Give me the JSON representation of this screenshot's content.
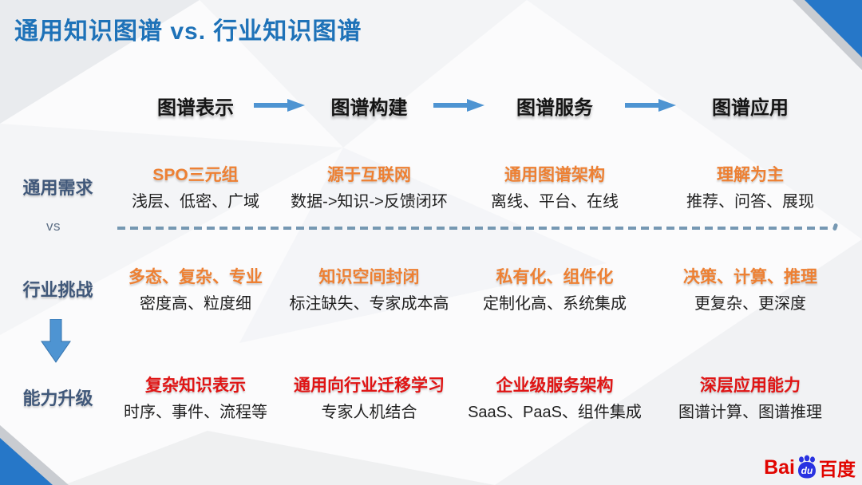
{
  "title": "通用知识图谱 vs. 行业知识图谱",
  "vs_label": "vs",
  "pipeline": {
    "stages": [
      {
        "label": "图谱表示"
      },
      {
        "label": "图谱构建"
      },
      {
        "label": "图谱服务"
      },
      {
        "label": "图谱应用"
      }
    ]
  },
  "rows": [
    {
      "label": "通用需求",
      "cells": [
        {
          "heading": "SPO三元组",
          "detail": "浅层、低密、广域"
        },
        {
          "heading": "源于互联网",
          "detail": "数据->知识->反馈闭环"
        },
        {
          "heading": "通用图谱架构",
          "detail": "离线、平台、在线"
        },
        {
          "heading": "理解为主",
          "detail": "推荐、问答、展现"
        }
      ]
    },
    {
      "label": "行业挑战",
      "cells": [
        {
          "heading": "多态、复杂、专业",
          "detail": "密度高、粒度细"
        },
        {
          "heading": "知识空间封闭",
          "detail": "标注缺失、专家成本高"
        },
        {
          "heading": "私有化、组件化",
          "detail": "定制化高、系统集成"
        },
        {
          "heading": "决策、计算、推理",
          "detail": "更复杂、更深度"
        }
      ]
    },
    {
      "label": "能力升级",
      "cells": [
        {
          "heading": "复杂知识表示",
          "detail": "时序、事件、流程等"
        },
        {
          "heading": "通用向行业迁移学习",
          "detail": "专家人机结合"
        },
        {
          "heading": "企业级服务架构",
          "detail": "SaaS、PaaS、组件集成"
        },
        {
          "heading": "深层应用能力",
          "detail": "图谱计算、图谱推理"
        }
      ]
    }
  ],
  "logo": {
    "latin_primary": "Bai",
    "latin_badge": "du",
    "chinese": "百度"
  },
  "colors": {
    "title_blue": "#1E72B8",
    "arrow_blue": "#4E94D2",
    "row_label_blue": "#40587A",
    "heading_orange": "#ED8033",
    "heading_red": "#E01414",
    "dashed_blue": "#5F87A6",
    "body_text": "#1F1F1F",
    "baidu_red": "#E10500",
    "baidu_blue": "#2932E1",
    "corner_blue": "#2677C8"
  }
}
